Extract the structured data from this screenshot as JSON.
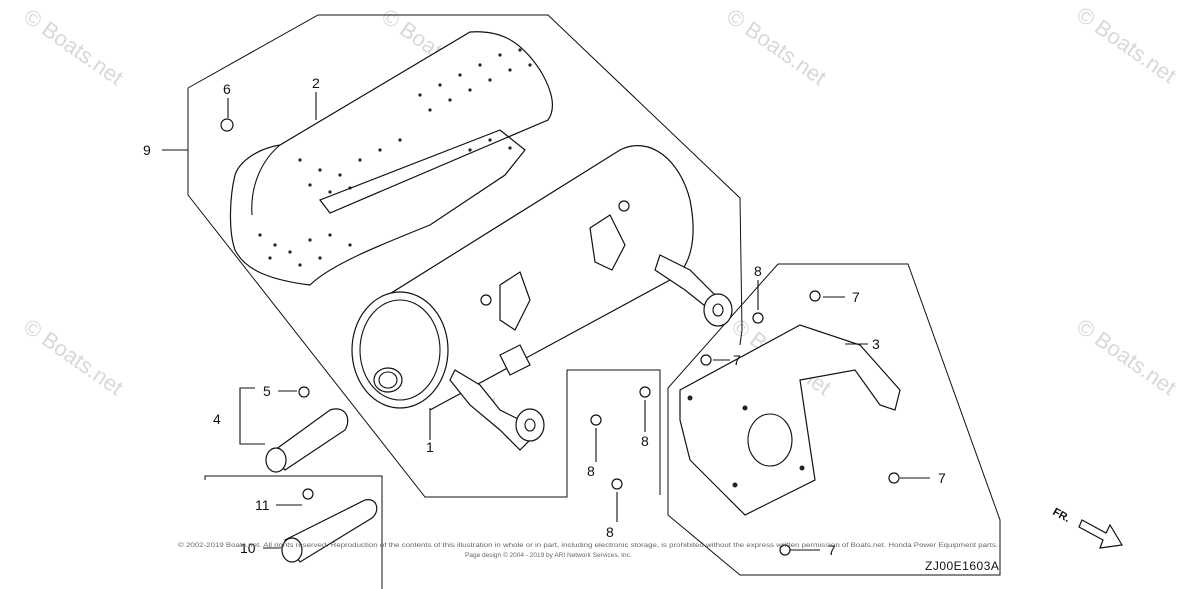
{
  "diagram": {
    "watermark": "© Boats.net",
    "diagram_code": "ZJ00E1603A",
    "direction_label": "FR.",
    "copyright_line1": "© 2002-2019 Boats.net. All rights reserved. Reproduction of the contents of this illustration in whole or in part, including electronic storage, is prohibited without the express written permission of Boats.net. Honda Power Equipment parts.",
    "copyright_line2": "Page design © 2004 - 2019 by ARI Network Services, Inc.",
    "callouts": {
      "c1": "1",
      "c2": "2",
      "c3": "3",
      "c4": "4",
      "c5": "5",
      "c6": "6",
      "c7a": "7",
      "c7b": "7",
      "c7c": "7",
      "c7d": "7",
      "c8a": "8",
      "c8b": "8",
      "c8c": "8",
      "c8d": "8",
      "c9": "9",
      "c10": "10",
      "c11": "11"
    }
  }
}
